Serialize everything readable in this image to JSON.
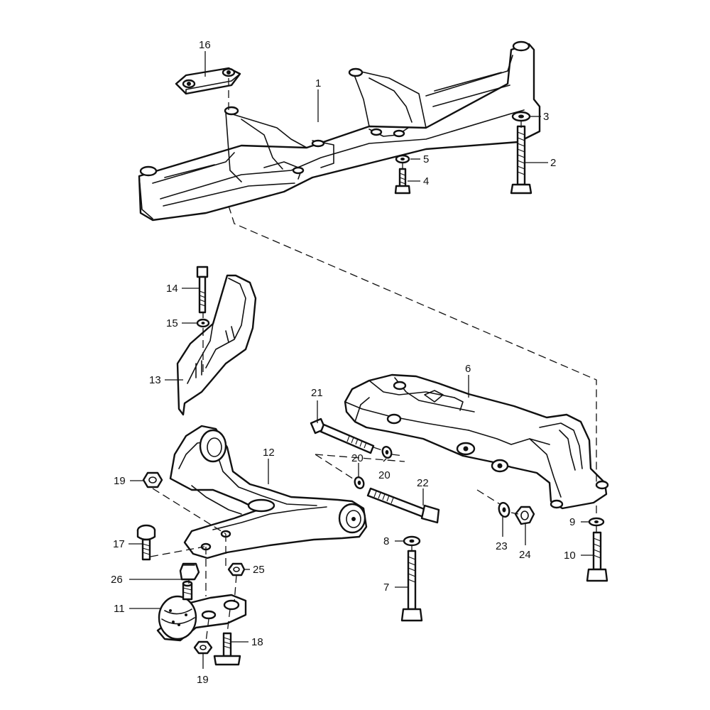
{
  "callouts": [
    {
      "id": "c1",
      "text": "1"
    },
    {
      "id": "c2",
      "text": "2"
    },
    {
      "id": "c3",
      "text": "3"
    },
    {
      "id": "c4",
      "text": "4"
    },
    {
      "id": "c5",
      "text": "5"
    },
    {
      "id": "c6",
      "text": "6"
    },
    {
      "id": "c7",
      "text": "7"
    },
    {
      "id": "c8",
      "text": "8"
    },
    {
      "id": "c9",
      "text": "9"
    },
    {
      "id": "c10",
      "text": "10"
    },
    {
      "id": "c11",
      "text": "11"
    },
    {
      "id": "c12",
      "text": "12"
    },
    {
      "id": "c13",
      "text": "13"
    },
    {
      "id": "c14",
      "text": "14"
    },
    {
      "id": "c15",
      "text": "15"
    },
    {
      "id": "c16",
      "text": "16"
    },
    {
      "id": "c17",
      "text": "17"
    },
    {
      "id": "c18",
      "text": "18"
    },
    {
      "id": "c19a",
      "text": "19"
    },
    {
      "id": "c19b",
      "text": "19"
    },
    {
      "id": "c20a",
      "text": "20"
    },
    {
      "id": "c20b",
      "text": "20"
    },
    {
      "id": "c21",
      "text": "21"
    },
    {
      "id": "c22",
      "text": "22"
    },
    {
      "id": "c23",
      "text": "23"
    },
    {
      "id": "c24",
      "text": "24"
    },
    {
      "id": "c25",
      "text": "25"
    },
    {
      "id": "c26",
      "text": "26"
    }
  ]
}
